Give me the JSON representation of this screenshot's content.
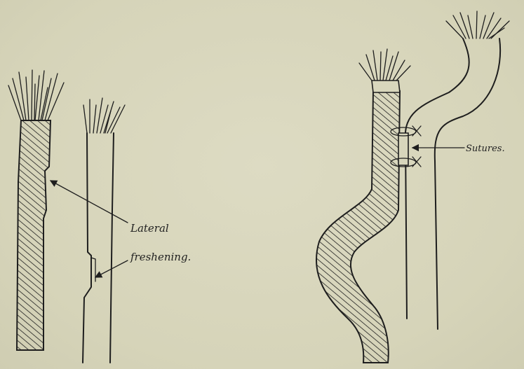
{
  "figure": {
    "labels": {
      "lateral_line1": "Lateral",
      "lateral_line2": "freshening.",
      "sutures": "Sutures."
    },
    "colors": {
      "paper": "#d8d6bc",
      "ink": "#1e1e1e"
    }
  }
}
